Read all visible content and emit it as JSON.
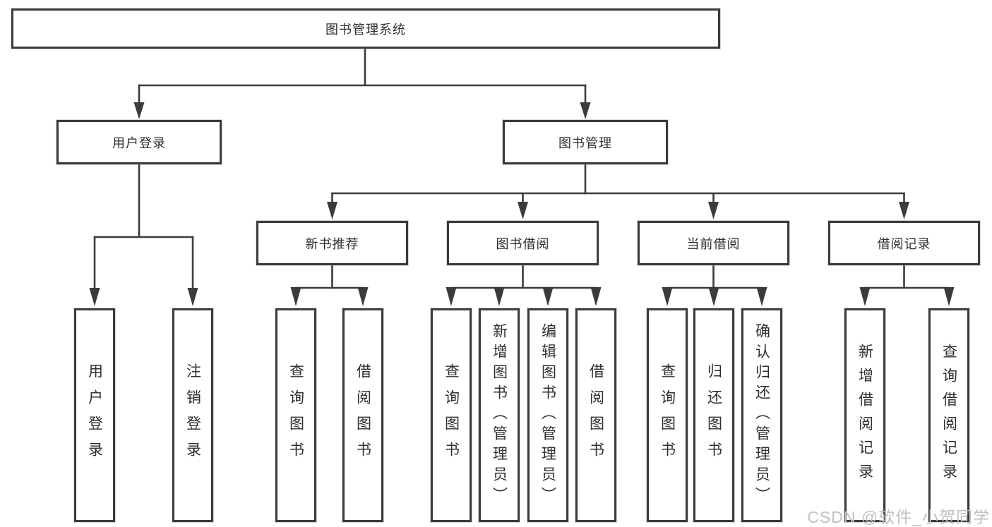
{
  "diagram_type": "hierarchy-tree",
  "colors": {
    "background": "#ffffff",
    "line": "#3b3b3b",
    "box_border": "#3b3b3b",
    "box_fill": "#ffffff",
    "text": "#2f2f2f",
    "watermark": "#c0c0c0"
  },
  "tree": {
    "label": "图书管理系统",
    "children": [
      {
        "label": "用户登录",
        "children": [
          {
            "label": "用户登录"
          },
          {
            "label": "注销登录"
          }
        ]
      },
      {
        "label": "图书管理",
        "children": [
          {
            "label": "新书推荐",
            "children": [
              {
                "label": "查询图书"
              },
              {
                "label": "借阅图书"
              }
            ]
          },
          {
            "label": "图书借阅",
            "children": [
              {
                "label": "查询图书"
              },
              {
                "label": "新增图书（管理员）"
              },
              {
                "label": "编辑图书（管理员）"
              },
              {
                "label": "借阅图书"
              }
            ]
          },
          {
            "label": "当前借阅",
            "children": [
              {
                "label": "查询图书"
              },
              {
                "label": "归还图书"
              },
              {
                "label": "确认归还（管理员）"
              }
            ]
          },
          {
            "label": "借阅记录",
            "children": [
              {
                "label": "新增借阅记录"
              },
              {
                "label": "查询借阅记录"
              }
            ]
          }
        ]
      }
    ]
  },
  "watermark": {
    "text": "CSDN @软件_小贺同学"
  }
}
